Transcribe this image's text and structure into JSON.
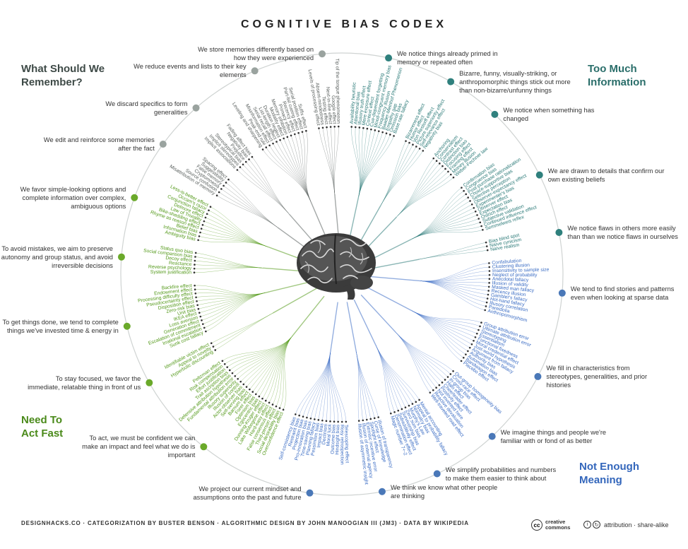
{
  "title": "COGNITIVE BIAS CODEX",
  "quadrants": [
    {
      "title": "Too Much Information",
      "color": "#2b7a78",
      "node_color": "#2f807d",
      "groups": [
        {
          "label": "We notice things already primed in memory or repeated often",
          "biases": [
            "Availability heuristic",
            "Attentional bias",
            "Illusory truth effect",
            "Mere exposure effect",
            "Context effect",
            "Cue-dependent forgetting",
            "Mood-congruent memory bias",
            "Frequency illusion",
            "Baader-Meinhof Phenomenon",
            "Empathy gap",
            "Omission bias",
            "Base rate fallacy"
          ]
        },
        {
          "label": "Bizarre, funny, visually-striking, or anthropomorphic things stick out more than non-bizarre/unfunny things",
          "biases": [
            "Bizarreness effect",
            "Humor effect",
            "Von Restorff effect",
            "Picture superiority effect",
            "Self-relevance effect",
            "Negativity bias"
          ]
        },
        {
          "label": "We notice when something has changed",
          "biases": [
            "Anchoring",
            "Conservatism",
            "Contrast effect",
            "Distinction bias",
            "Focusing effect",
            "Framing effect",
            "Money illusion",
            "Weber-Fechner law"
          ]
        },
        {
          "label": "We are drawn to details that confirm our own existing beliefs",
          "biases": [
            "Confirmation bias",
            "Congruence bias",
            "Post-purchase rationalization",
            "Choice-supportive bias",
            "Selective perception",
            "Observer-expectancy effect",
            "Experimenter's bias",
            "Observer effect",
            "Expectation bias",
            "Ostrich effect",
            "Subjective validation",
            "Continued influence effect",
            "Semmelweis reflex"
          ]
        },
        {
          "label": "We notice flaws in others more easily than than we notice flaws in ourselves",
          "biases": [
            "Bias blind spot",
            "Naïve cynicism",
            "Naïve realism"
          ]
        }
      ]
    },
    {
      "title": "Not Enough Meaning",
      "color": "#3a6cc4",
      "node_color": "#4a78b8",
      "groups": [
        {
          "label": "We tend to find stories and patterns even when looking at sparse data",
          "biases": [
            "Confabulation",
            "Clustering illusion",
            "Insensitivity to sample size",
            "Neglect of probability",
            "Anecdotal fallacy",
            "Illusion of validity",
            "Masked man fallacy",
            "Recency illusion",
            "Gambler's fallacy",
            "Hot-hand fallacy",
            "Illusory correlation",
            "Pareidolia",
            "Anthropomorphism"
          ]
        },
        {
          "label": "We fill in characteristics from stereotypes, generalities, and prior histories",
          "biases": [
            "Group attribution error",
            "Ultimate attribution error",
            "Stereotyping",
            "Essentialism",
            "Functional fixedness",
            "Moral credential effect",
            "Just-world hypothesis",
            "Argument from fallacy",
            "Authority bias",
            "Automation bias",
            "Bandwagon effect",
            "Placebo effect"
          ]
        },
        {
          "label": "We imagine things and people we're familiar with or fond of as better",
          "biases": [
            "Out-group homogeneity bias",
            "Cross-race effect",
            "In-group bias",
            "Halo effect",
            "Cheerleader effect",
            "Positivity effect",
            "Not invented here",
            "Reactive devaluation",
            "Well-traveled road effect"
          ]
        },
        {
          "label": "We simplify probabilities and numbers to make them easier to think about",
          "biases": [
            "Mental accounting",
            "Appeal to probability fallacy",
            "Normalcy bias",
            "Murphy's Law",
            "Zero sum bias",
            "Survivorship bias",
            "Subadditivity effect",
            "Denomination effect",
            "Magic number 7+-2"
          ]
        },
        {
          "label": "We think we know what other people are thinking",
          "biases": [
            "Illusion of transparency",
            "Curse of knowledge",
            "Spotlight effect",
            "Extrinsic incentive error",
            "Illusion of external agency",
            "Illusion of asymmetric insight"
          ]
        },
        {
          "label": "We project our current mindset and assumptions onto the past and future",
          "biases": [
            "Telescoping effect",
            "Rosy retrospection",
            "Hindsight bias",
            "Outcome bias",
            "Moral luck",
            "Declinism",
            "Impact bias",
            "Pessimism bias",
            "Planning fallacy",
            "Time-saving bias",
            "Pro-innovation bias",
            "Projection bias",
            "Restraint bias",
            "Self-consistency bias"
          ]
        }
      ]
    },
    {
      "title": "Need To Act Fast",
      "color": "#559a1c",
      "node_color": "#6aa92a",
      "groups": [
        {
          "label": "To act, we must be confident we can make an impact and feel what we do is important",
          "biases": [
            "Overconfidence effect",
            "Social desirability bias",
            "Third-person effect",
            "False consensus effect",
            "Hard-easy effect",
            "Lake Wobegone effect",
            "Dunning-Kruger effect",
            "Egocentric bias",
            "Optimism bias",
            "Forer effect",
            "Barnum effect",
            "Self-serving bias",
            "Actor-observer bias",
            "Illusion of control",
            "Illusory superiority",
            "Fundamental attribution error",
            "Defensive attribution hypothesis",
            "Trait ascription bias",
            "Effort justification",
            "Risk compensation",
            "Peltzman effect"
          ]
        },
        {
          "label": "To stay focused, we favor the immediate, relatable thing in front of us",
          "biases": [
            "Hyperbolic discounting",
            "Appeal to novelty",
            "Identifiable victim effect"
          ]
        },
        {
          "label": "To get things done, we tend to complete things we've invested time & energy in",
          "biases": [
            "Sunk cost fallacy",
            "Irrational escalation",
            "Escalation of commitment",
            "Generation effect",
            "Loss aversion",
            "IKEA effect",
            "Unit bias",
            "Zero-risk bias",
            "Disposition effect",
            "Pseudocertainty effect",
            "Processing difficulty effect",
            "Endowment effect",
            "Backfire effect"
          ]
        },
        {
          "label": "To avoid mistakes, we aim to preserve autonomy and group status, and avoid irreversible decisions",
          "biases": [
            "System justification",
            "Reverse psychology",
            "Reactance",
            "Decoy effect",
            "Social comparison bias",
            "Status quo bias"
          ]
        },
        {
          "label": "We favor simple-looking options and complete information over complex, ambiguous options",
          "biases": [
            "Ambiguity bias",
            "Information bias",
            "Belief bias",
            "Rhyme as reason effect",
            "Bike-shedding effect",
            "Law of Triviality",
            "Delmore effect",
            "Conjunction fallacy",
            "Occam's razor",
            "Less-is-better effect"
          ]
        }
      ]
    },
    {
      "title": "What Should We Remember?",
      "color": "#5a605e",
      "node_color": "#9aa39f",
      "groups": [
        {
          "label": "We edit and reinforce some memories after the fact",
          "biases": [
            "Misattribution of memory",
            "Source confusion",
            "Cryptomnesia",
            "False memory",
            "Suggestibility",
            "Spacing effect"
          ]
        },
        {
          "label": "We discard specifics to form generalities",
          "biases": [
            "Implicit associations",
            "Implicit stereotypes",
            "Stereotypical bias",
            "Prejudice",
            "Negativity bias",
            "Fading affect bias"
          ]
        },
        {
          "label": "We reduce events and lists to their key elements",
          "biases": [
            "Leveling and sharpening",
            "Peak-end rule",
            "Misinformation effect",
            "Serial recall effect",
            "List-length effect",
            "Duration neglect",
            "Modality effect",
            "Memory inhibition",
            "Primacy effect",
            "Recency effect",
            "Part-list cueing effect",
            "Serial position effect",
            "Suffix effect"
          ]
        },
        {
          "label": "We store memories differently based on how they were experienced",
          "biases": [
            "Levels of processing effect",
            "Absent-mindedness",
            "Testing effect",
            "Next-in-line effect",
            "Google effect",
            "Tip of the tongue phenomenon"
          ]
        }
      ]
    }
  ],
  "footer": {
    "credits": "DESIGNHACKS.CO · CATEGORIZATION BY BUSTER BENSON · ALGORITHMIC DESIGN BY JOHN MANOOGIAN III (JM3) · DATA BY WIKIPEDIA",
    "cc_mark": "cc",
    "cc_name": "creative commons",
    "license": "attribution · share-alike",
    "license_icons": [
      "attribution-icon",
      "share-alike-icon"
    ]
  }
}
